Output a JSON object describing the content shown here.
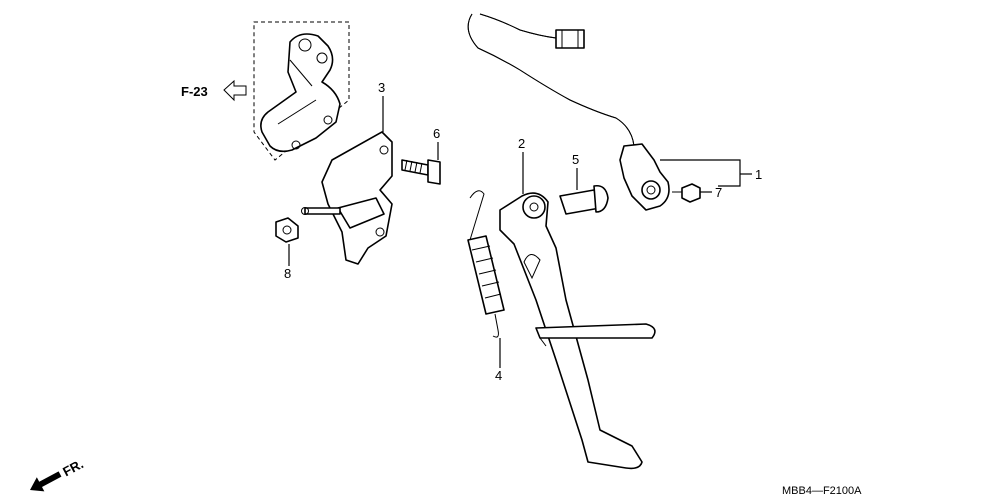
{
  "diagram": {
    "reference_label": "F-23",
    "front_indicator": "FR.",
    "drawing_code": "MBB4—F2100A",
    "callouts": [
      "1",
      "2",
      "3",
      "4",
      "5",
      "6",
      "7",
      "8"
    ]
  }
}
